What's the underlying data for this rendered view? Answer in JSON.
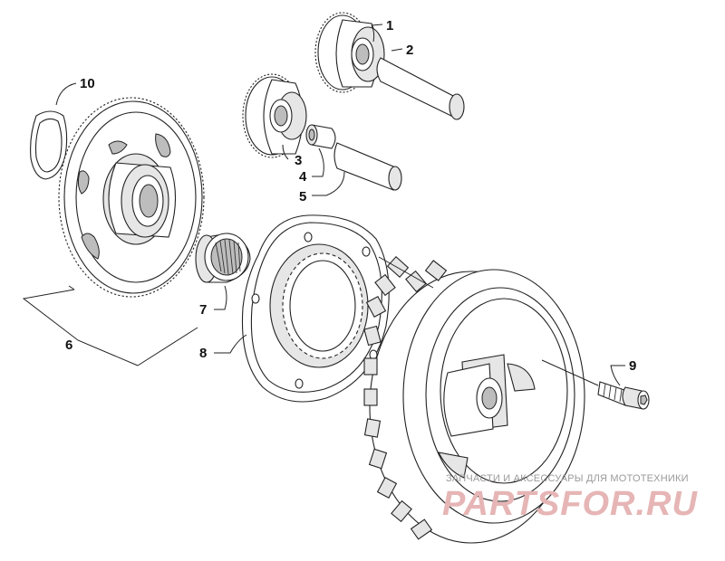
{
  "callouts": {
    "c1": "1",
    "c2": "2",
    "c3": "3",
    "c4": "4",
    "c5": "5",
    "c6": "6",
    "c7": "7",
    "c8": "8",
    "c9": "9",
    "c10": "10"
  },
  "watermark": {
    "tagline": "ЗАПЧАСТИ И АКСЕССУАРЫ ДЛЯ МОТОТЕХНИКИ",
    "logo": "PARTSFOR.RU"
  },
  "colors": {
    "line": "#222222",
    "logo": "#e6b5b5",
    "tagline": "#9a9a9a"
  }
}
